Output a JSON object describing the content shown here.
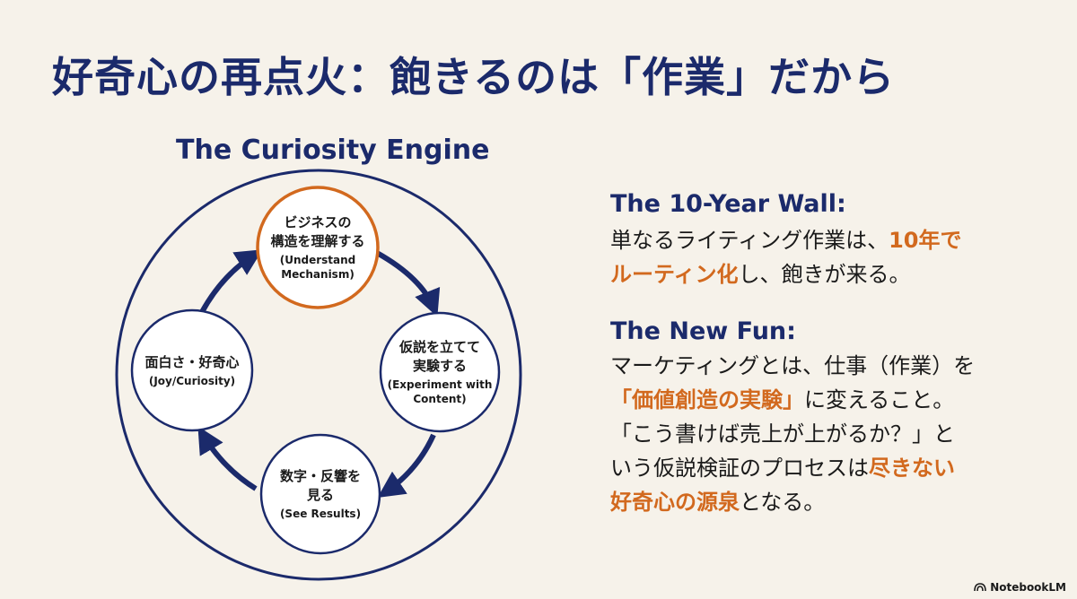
{
  "title": "好奇心の再点火：飽きるのは「作業」だから",
  "diagram": {
    "title": "The Curiosity Engine",
    "nodes": {
      "top": {
        "jp1": "ビジネスの",
        "jp2": "構造を理解する",
        "en1": "(Understand",
        "en2": "Mechanism)"
      },
      "right": {
        "jp1": "仮説を立てて",
        "jp2": "実験する",
        "en1": "(Experiment with",
        "en2": "Content)"
      },
      "bottom": {
        "jp1": "数字・反響を",
        "jp2": "見る",
        "en1": "(See Results)"
      },
      "left": {
        "jp1": "面白さ・好奇心",
        "en1": "(Joy/Curiosity)"
      }
    },
    "colors": {
      "navy": "#1b2a6b",
      "accent": "#d2691e"
    }
  },
  "wall": {
    "heading": "The 10-Year Wall:",
    "l1_a": "単なるライティング作業は、",
    "l1_b": "10年で",
    "l2_a": "ルーティン化",
    "l2_b": "し、飽きが来る。"
  },
  "fun": {
    "heading": "The New Fun:",
    "l1": "マーケティングとは、仕事（作業）を",
    "l2_a": "「価値創造の実験」",
    "l2_b": "に変えること。",
    "l3": "「こう書けば売上が上がるか？」と",
    "l4_a": "いう仮説検証のプロセスは",
    "l4_b": "尽きない",
    "l5_a": "好奇心の源泉",
    "l5_b": "となる。"
  },
  "brand": {
    "name": "NotebookLM",
    "icon": "notebooklm-logo-icon"
  }
}
